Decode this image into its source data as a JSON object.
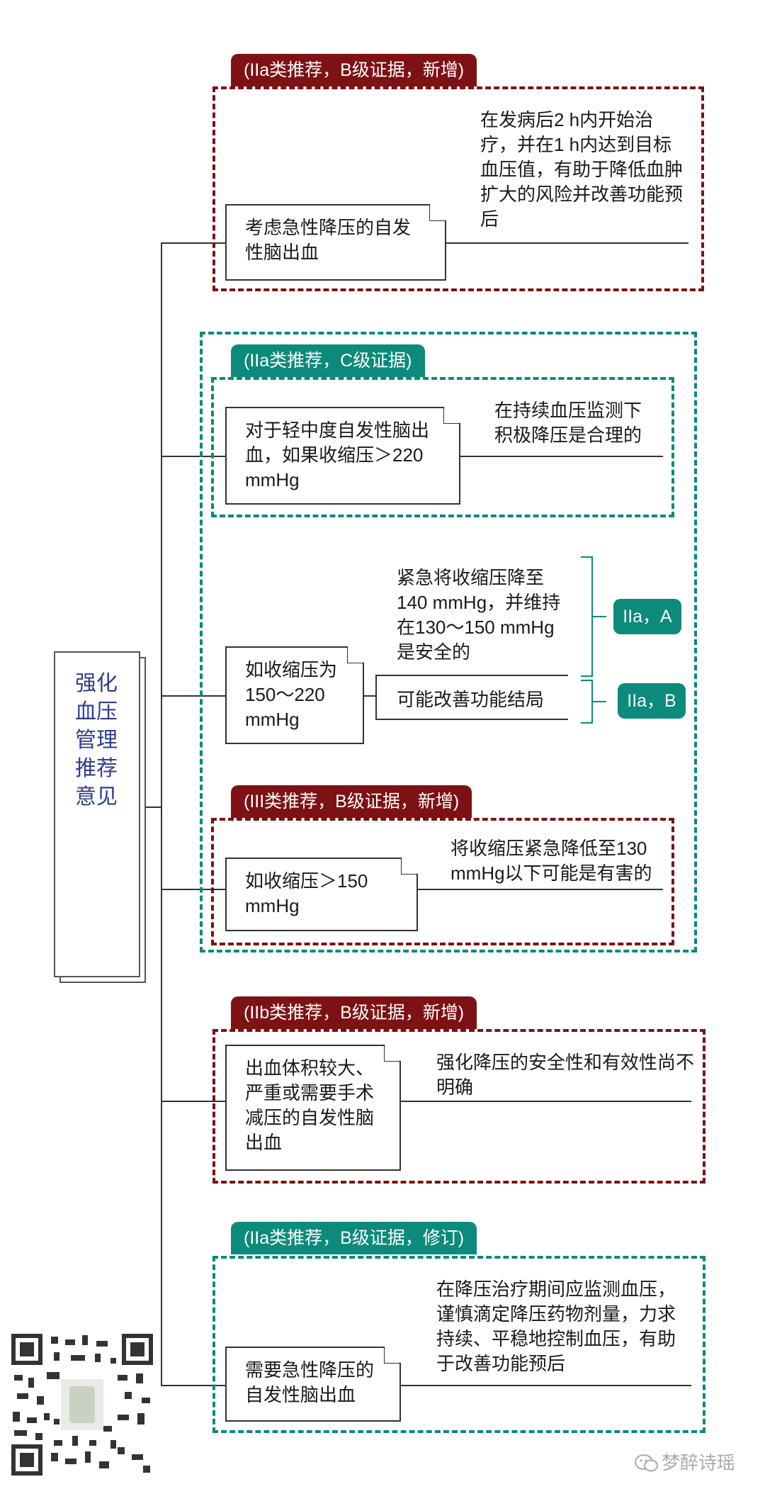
{
  "root": {
    "title": "强化血压管理推荐意见"
  },
  "sections": [
    {
      "tag": "(IIa类推荐，B级证据，新增)",
      "condition": "考虑急性降压的自发性脑出血",
      "recommendation": "在发病后2 h内开始治疗，并在1 h内达到目标血压值，有助于降低血肿扩大的风险并改善功能预后"
    },
    {
      "tag": "(IIa类推荐，C级证据)",
      "condition": "对于轻中度自发性脑出血，如果收缩压＞220 mmHg",
      "recommendation": "在持续血压监测下积极降压是合理的"
    },
    {
      "condition": "如收缩压为150～220 mmHg",
      "recommendations": [
        {
          "text": "紧急将收缩压降至140 mmHg，并维持在130～150 mmHg是安全的",
          "badge": "IIa，A"
        },
        {
          "text": "可能改善功能结局",
          "badge": "IIa，B"
        }
      ]
    },
    {
      "tag": "(III类推荐，B级证据，新增)",
      "condition": "如收缩压＞150 mmHg",
      "recommendation": "将收缩压紧急降低至130 mmHg以下可能是有害的"
    },
    {
      "tag": "(IIb类推荐，B级证据，新增)",
      "condition": "出血体积较大、严重或需要手术减压的自发性脑出血",
      "recommendation": "强化降压的安全性和有效性尚不明确"
    },
    {
      "tag": "(IIa类推荐，B级证据，修订)",
      "condition": "需要急性降压的自发性脑出血",
      "recommendation": "在降压治疗期间应监测血压，谨慎滴定降压药物剂量，力求持续、平稳地控制血压，有助于改善功能预后"
    }
  ],
  "watermark": {
    "text": "梦醉诗瑶",
    "icon": "wechat-icon"
  },
  "colors": {
    "red": "#7e1114",
    "green": "#0c8a7b",
    "title": "#2f3d8f"
  }
}
